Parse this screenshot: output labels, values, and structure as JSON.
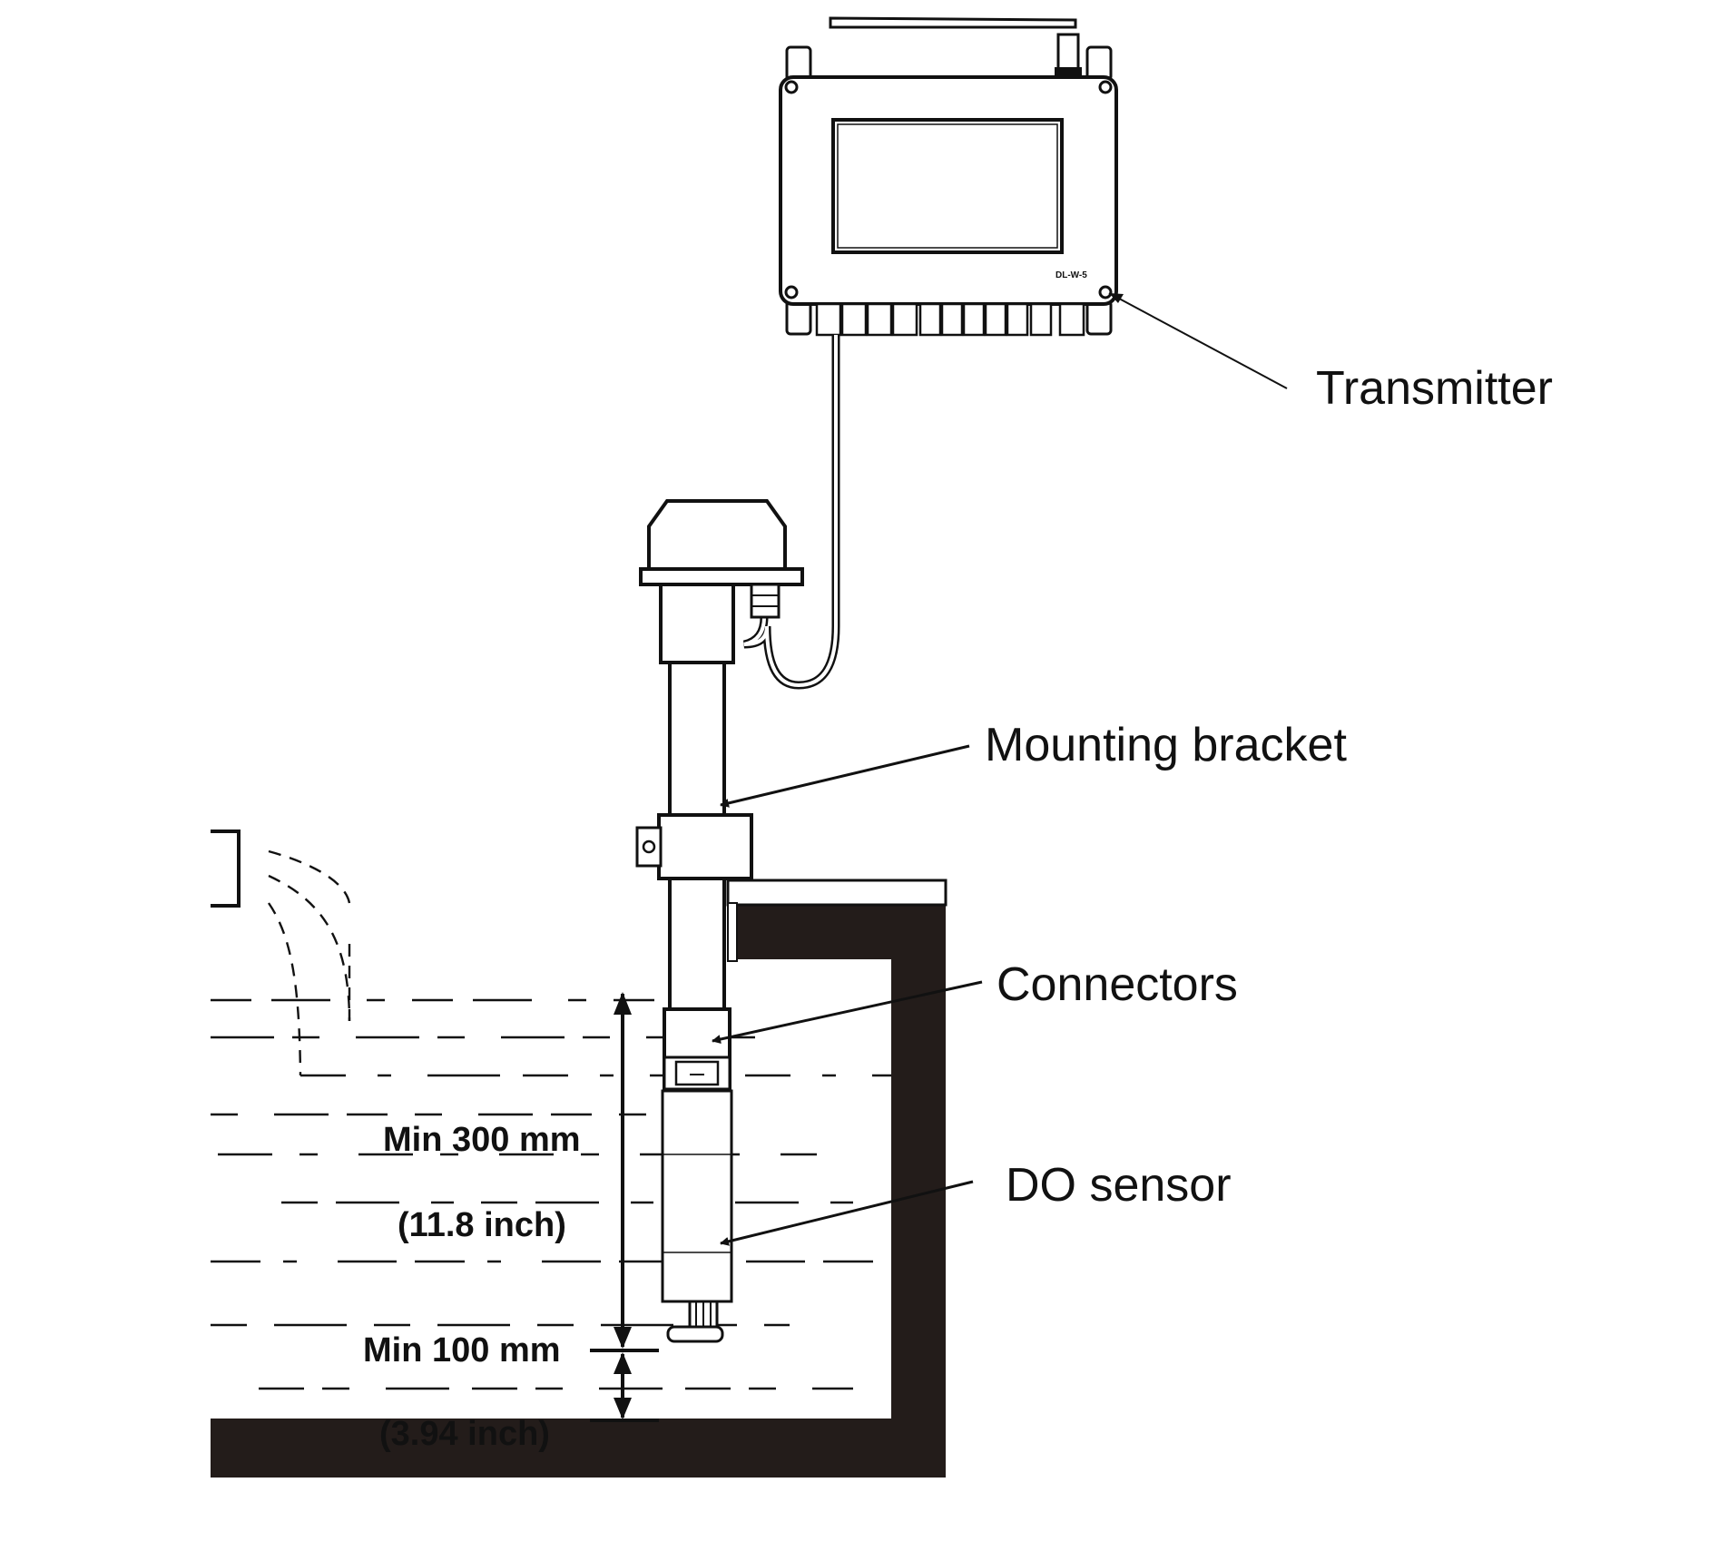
{
  "labels": {
    "transmitter": "Transmitter",
    "mounting_bracket": "Mounting bracket",
    "connectors": "Connectors",
    "do_sensor": "DO sensor",
    "transmitter_model": "DL-W-5"
  },
  "dimensions": {
    "depth_mm": "Min 300 mm",
    "depth_inch": "(11.8 inch)",
    "bottom_mm": "Min 100 mm",
    "bottom_inch": "(3.94 inch)"
  },
  "colors": {
    "ink": "#111111",
    "fill": "#231c1a",
    "background": "#ffffff"
  }
}
